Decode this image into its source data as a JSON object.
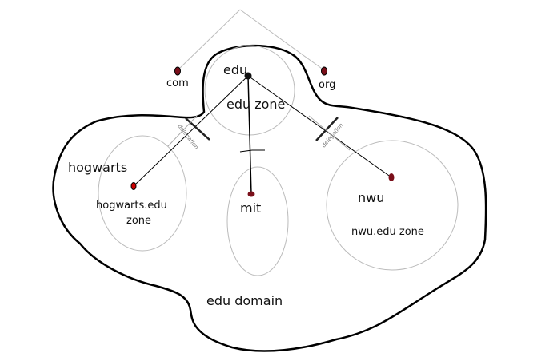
{
  "nodes": {
    "com": "com",
    "org": "org",
    "edu": "edu",
    "hogwarts": "hogwarts",
    "mit": "mit",
    "nwu": "nwu"
  },
  "zones": {
    "edu_zone": "edu zone",
    "hogwarts_zone_line1": "hogwarts.edu",
    "hogwarts_zone_line2": "zone",
    "nwu_zone": "nwu.edu zone"
  },
  "domain_label": "edu domain",
  "delegation_labels": [
    "delegation",
    "delegation"
  ],
  "colors": {
    "node": "#7a0f1a",
    "edu_node": "#111111",
    "zone_circle": "#bbbbbb",
    "outline": "#000000"
  }
}
